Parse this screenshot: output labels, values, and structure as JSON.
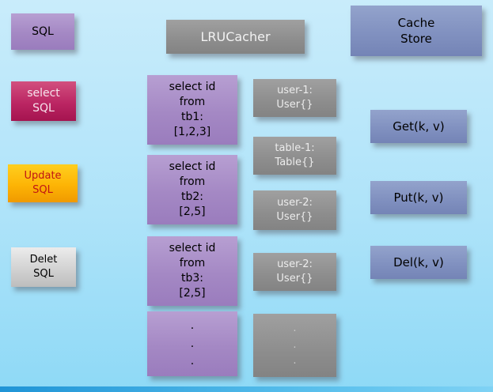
{
  "colors": {
    "background_top": "#c9ecfb",
    "background_bottom": "#8ed9f6",
    "purple_node": "#a488c4",
    "gray_node": "#8d8d8d",
    "blue_node": "#8191c0",
    "magenta_node": "#bb2663",
    "gold_node": "#fdb405",
    "silver_node": "#d2d2d2",
    "update_sql_text": "#c01414"
  },
  "nodes": {
    "sql": "SQL",
    "lru_cacher": "LRUCacher",
    "cache_store": "Cache\nStore",
    "select_sql": "select\nSQL",
    "update_sql": "Update\nSQL",
    "delete_sql": "Delet\nSQL"
  },
  "queries": [
    {
      "text": "select id\nfrom\ntb1:\n[1,2,3]"
    },
    {
      "text": "select id\nfrom\ntb2:\n[2,5]"
    },
    {
      "text": "select id\nfrom\ntb3:\n[2,5]"
    },
    {
      "text": ".\n.\n."
    }
  ],
  "cache_entries": [
    {
      "text": "user-1:\nUser{}"
    },
    {
      "text": "table-1:\nTable{}"
    },
    {
      "text": "user-2:\nUser{}"
    },
    {
      "text": "user-2:\nUser{}"
    },
    {
      "text": ".\n.\n."
    }
  ],
  "operations": [
    {
      "text": "Get(k, v)"
    },
    {
      "text": "Put(k, v)"
    },
    {
      "text": "Del(k, v)"
    }
  ]
}
